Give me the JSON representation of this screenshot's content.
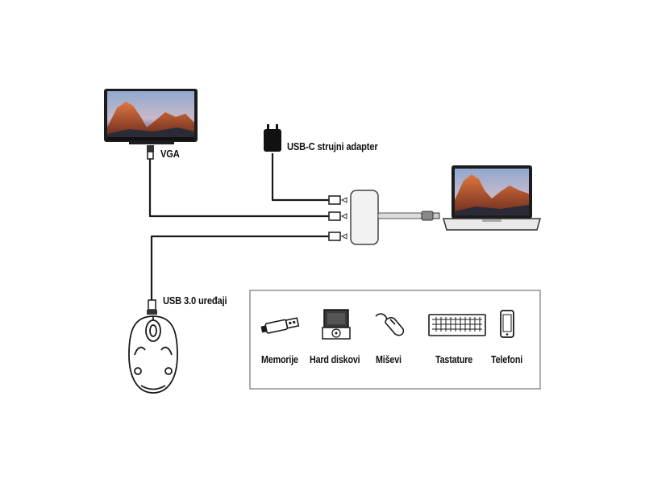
{
  "labels": {
    "vga": "VGA",
    "usbc_adapter": "USB-C strujni adapter",
    "usb3": "USB 3.0 uređaji"
  },
  "categories": [
    {
      "label": "Memorije",
      "icon": "usb-stick-icon"
    },
    {
      "label": "Hard diskovi",
      "icon": "hard-drive-icon"
    },
    {
      "label": "Miševi",
      "icon": "mouse-icon"
    },
    {
      "label": "Tastature",
      "icon": "keyboard-icon"
    },
    {
      "label": "Telefoni",
      "icon": "phone-icon"
    }
  ],
  "colors": {
    "line": "#1a1a1a",
    "hub": "#f2f2f2",
    "sky": "#6f8fb8",
    "mountain": "#b84f2c"
  }
}
